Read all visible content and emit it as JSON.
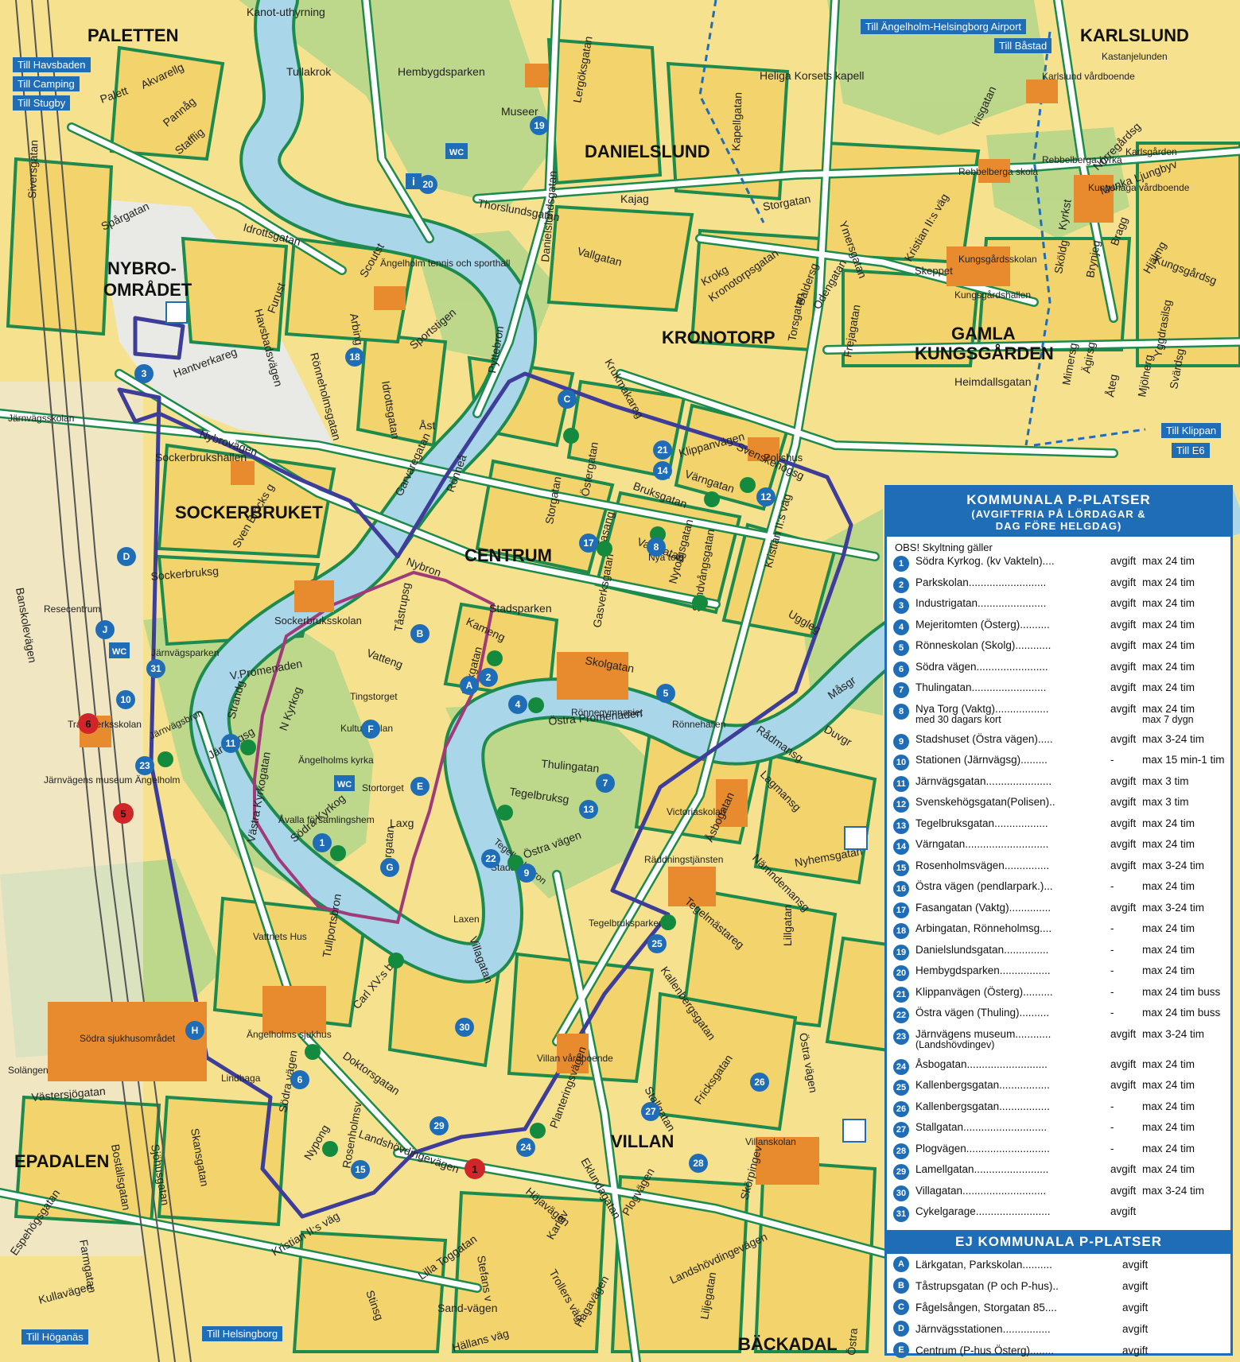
{
  "districts": [
    "PALETTEN",
    "KARLSLUND",
    "DANIELSLUND",
    "NYBRO-",
    "OMRÅDET",
    "SOCKERBRUKET",
    "CENTRUM",
    "KRONOTORP",
    "GAMLA",
    "KUNGSGÅRDEN",
    "EPADALEN",
    "VILLAN",
    "BÄCKADAL"
  ],
  "directions": {
    "havsbaden": "Till Havsbaden",
    "camping": "Till Camping",
    "stugby": "Till Stugby",
    "airport": "Till Ängelholm-Helsingborg Airport",
    "bastad": "Till Båstad",
    "klippan": "Till Klippan",
    "e6": "Till E6",
    "hoganas": "Till Höganäs",
    "helsingborg": "Till Helsingborg"
  },
  "streets": [
    "Kanot-uthyrning",
    "Tullakrok",
    "Hembygdsparken",
    "Museer",
    "Lergöksgatan",
    "Kapellgatan",
    "Heliga Korsets kapell",
    "Thorslundsgatan",
    "Kajag",
    "Storgatan",
    "Danielslundsgatan",
    "Vallgatan",
    "Idrottsgatan",
    "Spårgatan",
    "Siversgatan",
    "Pannåg",
    "Stafflig",
    "Palett",
    "Akvarellg",
    "Furust",
    "Rönneholmsgatan",
    "Havsbadsvägen",
    "Arbing",
    "Scoutst",
    "Idrottsgatan",
    "Sportstigen",
    "Ängelholm tennis och sporthall",
    "Hantverkareg",
    "Nybrovägen",
    "Sockerbrukshallen",
    "Sockerbruksg",
    "Sven Brocks g",
    "Sockerbruksskolan",
    "Järnvägsparken",
    "Garvaregatan",
    "Åst",
    "Rönneå",
    "Nybron",
    "Kameng",
    "Tåstrupsg",
    "Vatteng",
    "Lärkgatan",
    "Stadsparken",
    "Skolgatan",
    "Rönnegymnasiet",
    "Östra Promenaden",
    "Rönnehallen",
    "V.Promenaden",
    "Strandg",
    "Järnvägsg",
    "N Kyrkog",
    "Kulturskolan",
    "Tingstorget",
    "Ängelholms kyrka",
    "Stortorget",
    "Västra Kyrkogatan",
    "Åvalla församlingshem",
    "Södra Kyrkog",
    "Laxg",
    "Storgatan",
    "Tegelbruksbron",
    "Tegelbruksg",
    "Thulingatan",
    "Östra vägen",
    "Stadshus",
    "Laxen",
    "Villagatan",
    "Carl XV:s bro",
    "Tullportsbron",
    "Vattnets Hus",
    "Ängelholms sjukhus",
    "Södra sjukhusområdet",
    "Solängen",
    "Lindhaga",
    "Doktorsgatan",
    "Södra vägen",
    "Rosenholmsv",
    "Nypong",
    "Landshövdingevägen",
    "Västersjögatan",
    "Skansgatan",
    "Sjöhusgatan",
    "Boställsgatan",
    "Espehögsgatan",
    "Farmgatan",
    "Kullavägen",
    "Kristian II:s väg",
    "Stinsg",
    "Lilla Toggatan",
    "Stefans v",
    "Sand-vägen",
    "Hällans väg",
    "Hagavägen",
    "Trollers väg",
    "Liljegatan",
    "Östra",
    "Höjavägen",
    "Karlav",
    "Eklundagatan",
    "Plogvägen",
    "Planteringsvägen",
    "Stallgatan",
    "Fricksgatan",
    "Skörpingev",
    "Landshövdingevägen",
    "Villan vårdboende",
    "Villanskolan",
    "Kallenbergsgatan",
    "Tegelbruksparken",
    "Tegelmästareg",
    "Räddningstjänsten",
    "Victoriaskolan",
    "Åsbogatan",
    "Nämndemansg",
    "Lagmansg",
    "Nyhemsgatan",
    "Rådmansg",
    "Duvgr",
    "Måsgr",
    "Lillgatan",
    "Östra vägen",
    "Uggleg",
    "Kristian II:s väg",
    "Sandvångsgatan",
    "Vaktgatan",
    "Nytorgsgatan",
    "Nya torg",
    "Fasang",
    "Gasverksgatan",
    "Östergatan",
    "Storgatan",
    "Bruksgatan",
    "Värngatan",
    "Klippanvägen",
    "Svenskehögsg",
    "Polishus",
    "Krukmakareg",
    "Pyttebron",
    "Krokg",
    "Kronotorpsgatan",
    "Torsgatan",
    "Baldersg",
    "Odengatan",
    "Frejagatan",
    "Ymersgatan",
    "Heimdallsgatan",
    "Mimersg",
    "Ägirsg",
    "Åteg",
    "Mjölnerg",
    "Yggdrasilsg",
    "Svärdsg",
    "Kungsgårdsskolan",
    "Kungsgårdshallen",
    "Skeppet",
    "Kristian II:s väg",
    "Sköldg",
    "Kyrkst",
    "Brynjeg",
    "Bragg",
    "Hjälmg",
    "Kungsgårdsg",
    "Munka Ljungbyv",
    "Norregårdsg",
    "Karlsgården",
    "Rebbelberga kyrka",
    "Rebbelberga skola",
    "Kungshaga vårdboende",
    "Karlslund vårdboende",
    "Kastanjelunden",
    "Irisgatan",
    "Järnvägsskolan",
    "Resecentrum",
    "Trafikverksskolan",
    "Järnvägens museum Ängelholm",
    "Banskolevägen",
    "Järnvägsbron"
  ],
  "legend": {
    "title": "KOMMUNALA P-PLATSER",
    "subtitle1": "(AVGIFTFRIA PÅ LÖRDAGAR &",
    "subtitle2": "DAG FÖRE HELGDAG)",
    "note": "OBS! Skyltning gäller",
    "items": [
      {
        "n": "1",
        "name": "Södra Kyrkog. (kv Vakteln)....",
        "fee": "avgift",
        "max": "max 24 tim"
      },
      {
        "n": "2",
        "name": "Parkskolan..........................",
        "fee": "avgift",
        "max": "max 24 tim"
      },
      {
        "n": "3",
        "name": "Industrigatan.......................",
        "fee": "avgift",
        "max": "max 24 tim"
      },
      {
        "n": "4",
        "name": "Mejeritomten (Österg)..........",
        "fee": "avgift",
        "max": "max 24 tim"
      },
      {
        "n": "5",
        "name": "Rönneskolan (Skolg)............",
        "fee": "avgift",
        "max": "max 24 tim"
      },
      {
        "n": "6",
        "name": "Södra vägen........................",
        "fee": "avgift",
        "max": "max 24 tim"
      },
      {
        "n": "7",
        "name": "Thulingatan.........................",
        "fee": "avgift",
        "max": "max 24 tim"
      },
      {
        "n": "8",
        "name": "Nya Torg (Vaktg)..................",
        "name2": "med 30 dagars kort",
        "fee": "avgift",
        "max": "max 24 tim",
        "max2": "max 7 dygn"
      },
      {
        "n": "9",
        "name": "Stadshuset (Östra vägen).....",
        "fee": "avgift",
        "max": "max 3-24 tim"
      },
      {
        "n": "10",
        "name": "Stationen (Järnvägsg).........",
        "fee": "-",
        "max": "max 15 min-1 tim"
      },
      {
        "n": "11",
        "name": "Järnvägsgatan......................",
        "fee": "avgift",
        "max": "max 3 tim"
      },
      {
        "n": "12",
        "name": "Svenskehögsgatan(Polisen)..",
        "fee": "avgift",
        "max": "max 3 tim"
      },
      {
        "n": "13",
        "name": "Tegelbruksgatan..................",
        "fee": "avgift",
        "max": "max 24 tim"
      },
      {
        "n": "14",
        "name": "Värngatan............................",
        "fee": "avgift",
        "max": "max 24 tim"
      },
      {
        "n": "15",
        "name": "Rosenholmsvägen...............",
        "fee": "avgift",
        "max": "max 3-24 tim"
      },
      {
        "n": "16",
        "name": "Östra vägen (pendlarpark.)...",
        "fee": "-",
        "max": "max 24 tim"
      },
      {
        "n": "17",
        "name": "Fasangatan (Vaktg)..............",
        "fee": "avgift",
        "max": "max 3-24 tim"
      },
      {
        "n": "18",
        "name": "Arbingatan, Rönneholmsg....",
        "fee": "-",
        "max": "max 24 tim"
      },
      {
        "n": "19",
        "name": "Danielslundsgatan...............",
        "fee": "-",
        "max": "max 24 tim"
      },
      {
        "n": "20",
        "name": "Hembygdsparken.................",
        "fee": "-",
        "max": "max 24 tim"
      },
      {
        "n": "21",
        "name": "Klippanvägen (Österg)..........",
        "fee": "-",
        "max": "max 24 tim buss"
      },
      {
        "n": "22",
        "name": "Östra vägen (Thuling)..........",
        "fee": "-",
        "max": "max 24 tim buss"
      },
      {
        "n": "23",
        "name": "Järnvägens museum............",
        "name2": "(Landshövdingev)",
        "fee": "avgift",
        "max": "max 3-24 tim"
      },
      {
        "n": "24",
        "name": "Åsbogatan...........................",
        "fee": "avgift",
        "max": "max 24 tim"
      },
      {
        "n": "25",
        "name": "Kallenbergsgatan.................",
        "fee": "avgift",
        "max": "max 24 tim"
      },
      {
        "n": "26",
        "name": "Kallenbergsgatan.................",
        "fee": "-",
        "max": "max 24 tim"
      },
      {
        "n": "27",
        "name": "Stallgatan............................",
        "fee": "-",
        "max": "max 24 tim"
      },
      {
        "n": "28",
        "name": "Plogvägen............................",
        "fee": "-",
        "max": "max 24 tim"
      },
      {
        "n": "29",
        "name": "Lamellgatan.........................",
        "fee": "avgift",
        "max": "max 24 tim"
      },
      {
        "n": "30",
        "name": "Villagatan............................",
        "fee": "avgift",
        "max": "max 3-24 tim"
      },
      {
        "n": "31",
        "name": "Cykelgarage.........................",
        "fee": "avgift",
        "max": ""
      }
    ],
    "private_title": "EJ KOMMUNALA P-PLATSER",
    "private": [
      {
        "n": "A",
        "name": "Lärkgatan, Parkskolan..........",
        "fee": "avgift"
      },
      {
        "n": "B",
        "name": "Tåstrupsgatan (P och P-hus)..",
        "fee": "avgift"
      },
      {
        "n": "C",
        "name": "Fågelsången, Storgatan 85....",
        "fee": "avgift"
      },
      {
        "n": "D",
        "name": "Järnvägsstationen................",
        "fee": "avgift"
      },
      {
        "n": "E",
        "name": "Centrum (P-hus Österg)........",
        "fee": "avgift"
      }
    ]
  },
  "colors": {
    "land": "#f6e28e",
    "block": "#f3d36b",
    "park": "#b9d78a",
    "water": "#a9d6e8",
    "road_outline": "#1d8a4e",
    "zone_boundary": "#3e3e9a",
    "center_boundary": "#a03a78",
    "building": "#e88a2e",
    "parking_blue": "#1f6db6",
    "parking_green": "#138a3e",
    "red": "#d0262a"
  }
}
